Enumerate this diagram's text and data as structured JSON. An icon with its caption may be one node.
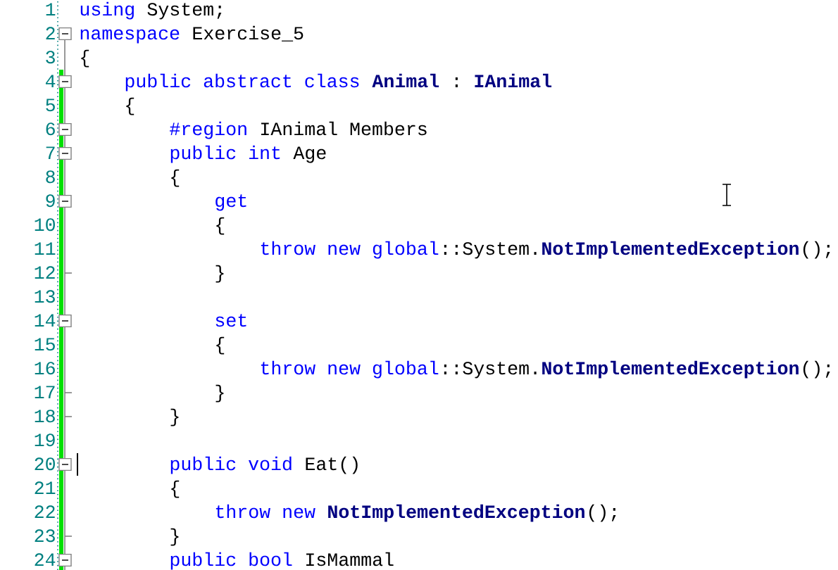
{
  "diagram": {
    "labels": [
      "1",
      "using",
      "System;",
      "2",
      "namespace",
      "Exercise_5",
      "3",
      "{",
      "4",
      "public abstract class",
      "Animal",
      ":",
      "IAnimal",
      "5",
      "{",
      "6",
      "#region",
      "IAnimal Members",
      "7",
      "public int",
      "Age",
      "8",
      "{",
      "9",
      "get",
      "10",
      "{",
      "11",
      "throw new global",
      "::System.",
      "NotImplementedException",
      "();",
      "12",
      "}",
      "13",
      "14",
      "set",
      "15",
      "{",
      "16",
      "throw new global",
      "::System.",
      "NotImplementedException",
      "();",
      "17",
      "}",
      "18",
      "}",
      "19",
      "20",
      "public void",
      "Eat()",
      "21",
      "{",
      "22",
      "throw new",
      "NotImplementedException",
      "();",
      "23",
      "}",
      "24",
      "public bool",
      "IsMammal"
    ]
  }
}
